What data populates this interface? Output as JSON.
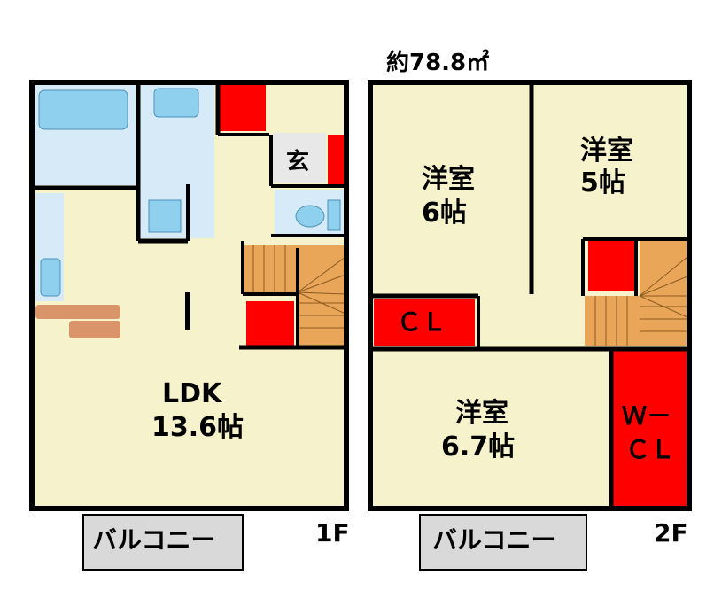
{
  "total_area": "約78.8㎡",
  "floor1": {
    "floor_label": "1F",
    "entrance_label": "玄",
    "ldk_name": "LDK",
    "ldk_size": "13.6帖",
    "balcony_label": "バルコニー"
  },
  "floor2": {
    "floor_label": "2F",
    "room_a_name": "洋室",
    "room_a_size": "6帖",
    "room_b_name": "洋室",
    "room_b_size": "5帖",
    "room_c_name": "洋室",
    "room_c_size": "6.7帖",
    "closet_label": "ＣＬ",
    "wic_line1": "Ｗ－",
    "wic_line2": "ＣＬ",
    "balcony_label": "バルコニー"
  },
  "colors": {
    "room": "#f6f2cc",
    "wet_area": "#d6ebf7",
    "fixture": "#8fd0ef",
    "storage": "#ff0000",
    "wall": "#000000",
    "balcony": "#d9d9d9",
    "counter": "#d9946a",
    "stairs": "#e9a659",
    "entrance": "#e8e8e8"
  }
}
